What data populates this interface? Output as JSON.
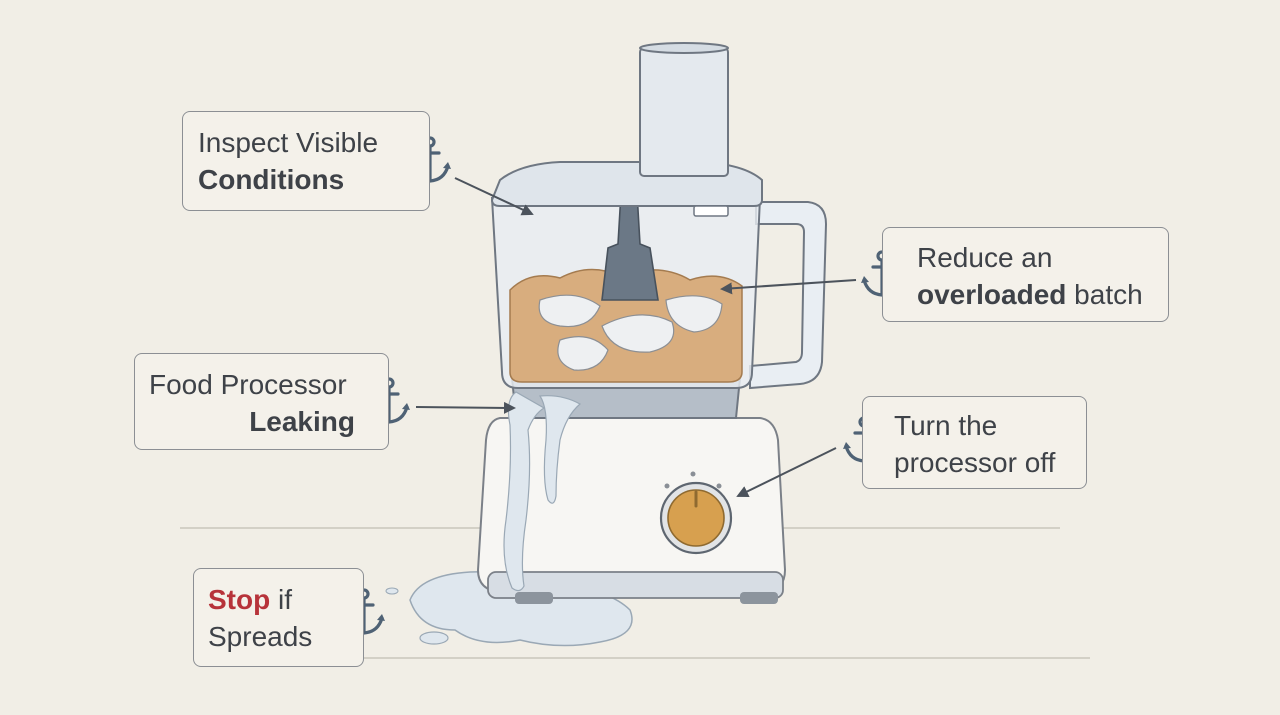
{
  "colors": {
    "background": "#f1eee6",
    "outline": "#8c8f94",
    "anchor": "#4f6275",
    "accent_red": "#b7333a",
    "knob": "#d7a04f",
    "food": "#d8ad7e",
    "leak": "#dfe7ee"
  },
  "icons": [
    "anchor-icon"
  ],
  "callouts": {
    "inspect": {
      "line1": "Inspect Visible",
      "line2": "Conditions"
    },
    "reduce": {
      "line1": "Reduce an",
      "line2_bold": "overloaded",
      "line2_rest": " batch"
    },
    "leaking": {
      "line1": "Food Processor",
      "line2": "Leaking"
    },
    "turn_off": {
      "line1": "Turn the",
      "line2": "processor off"
    },
    "stop": {
      "line1_red": "Stop",
      "line1_rest": " if",
      "line2": "Spreads"
    }
  }
}
